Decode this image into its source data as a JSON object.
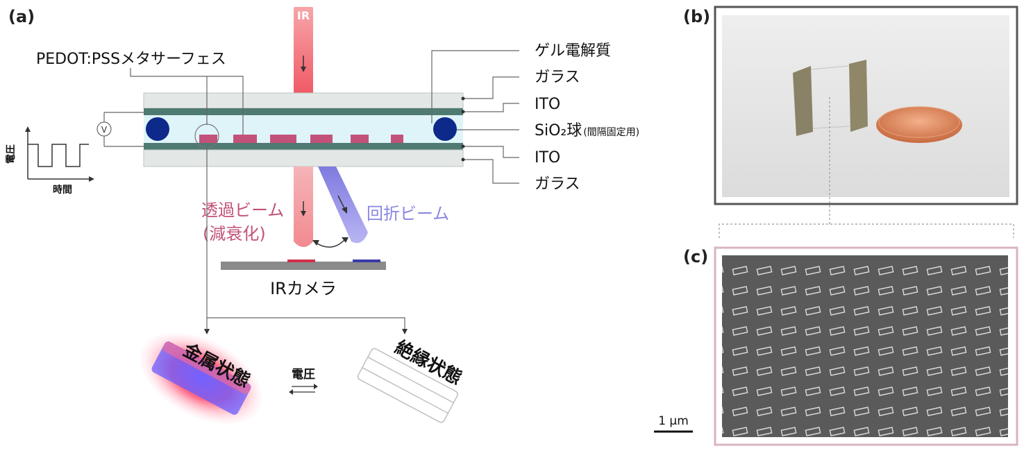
{
  "panels": {
    "a": "(a)",
    "b": "(b)",
    "c": "(c)"
  },
  "labels": {
    "ir_beam": "IR",
    "metasurface": "PEDOT:PSSメタサーフェス",
    "gel": "ゲル電解質",
    "glass_top": "ガラス",
    "ito_top": "ITO",
    "sio2": "SiO₂球",
    "sio2_note": "(間隔固定用)",
    "ito_bottom": "ITO",
    "glass_bottom": "ガラス",
    "voltage_symbol": "V",
    "axis_y": "電圧",
    "axis_x": "時間",
    "transmitted_line1": "透過ビーム",
    "transmitted_line2": "(減衰化)",
    "diffracted": "回折ビーム",
    "ir_camera": "IRカメラ",
    "metal_state": "金属状態",
    "switch_voltage": "電圧",
    "insulator_state": "絶縁状態",
    "scale_bar": "1 μm"
  },
  "colors": {
    "accent_pink": "#c2527a",
    "accent_violet": "#8a86e0",
    "sphere": "#0d2a8a",
    "ito": "#4f7a72",
    "ir_beam": "#f26a73",
    "sem_bg": "#555555"
  }
}
